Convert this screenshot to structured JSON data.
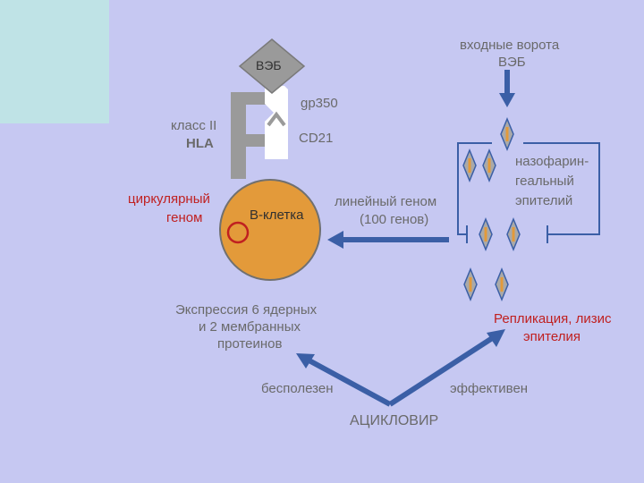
{
  "colors": {
    "background": "#c6c8f2",
    "corner_box": "#bfe3e6",
    "cell_fill": "#e39a3a",
    "arrow_blue": "#3b5fa6",
    "virus_gray": "#9a9a9a",
    "receptor_white": "#ffffff",
    "label_gray": "#6a6a6a",
    "label_red": "#c02020"
  },
  "virus": {
    "label": "ВЭБ"
  },
  "receptors": {
    "gp350": "gp350",
    "cd21": "CD21"
  },
  "hla": {
    "line1": "класс II",
    "line2": "HLA"
  },
  "cell": {
    "label": "В-клетка"
  },
  "circular_genome": {
    "line1": "циркулярный",
    "line2": "геном"
  },
  "linear_genome": {
    "line1": "линейный геном",
    "line2": "(100 генов)"
  },
  "entry": {
    "line1": "входные ворота",
    "line2": "ВЭБ"
  },
  "epithelium": {
    "line1": "назофарин-",
    "line2": "геальный",
    "line3": "эпителий"
  },
  "expression": {
    "line1": "Экспрессия 6 ядерных",
    "line2": "и 2 мембранных",
    "line3": "протеинов"
  },
  "replication": {
    "line1": "Репликация, лизис",
    "line2": "эпителия"
  },
  "useless": "бесполезен",
  "effective": "эффективен",
  "drug": "АЦИКЛОВИР",
  "icons": [
    "virus-diamond-icon",
    "entry-arrow-icon",
    "arrow-icon"
  ]
}
